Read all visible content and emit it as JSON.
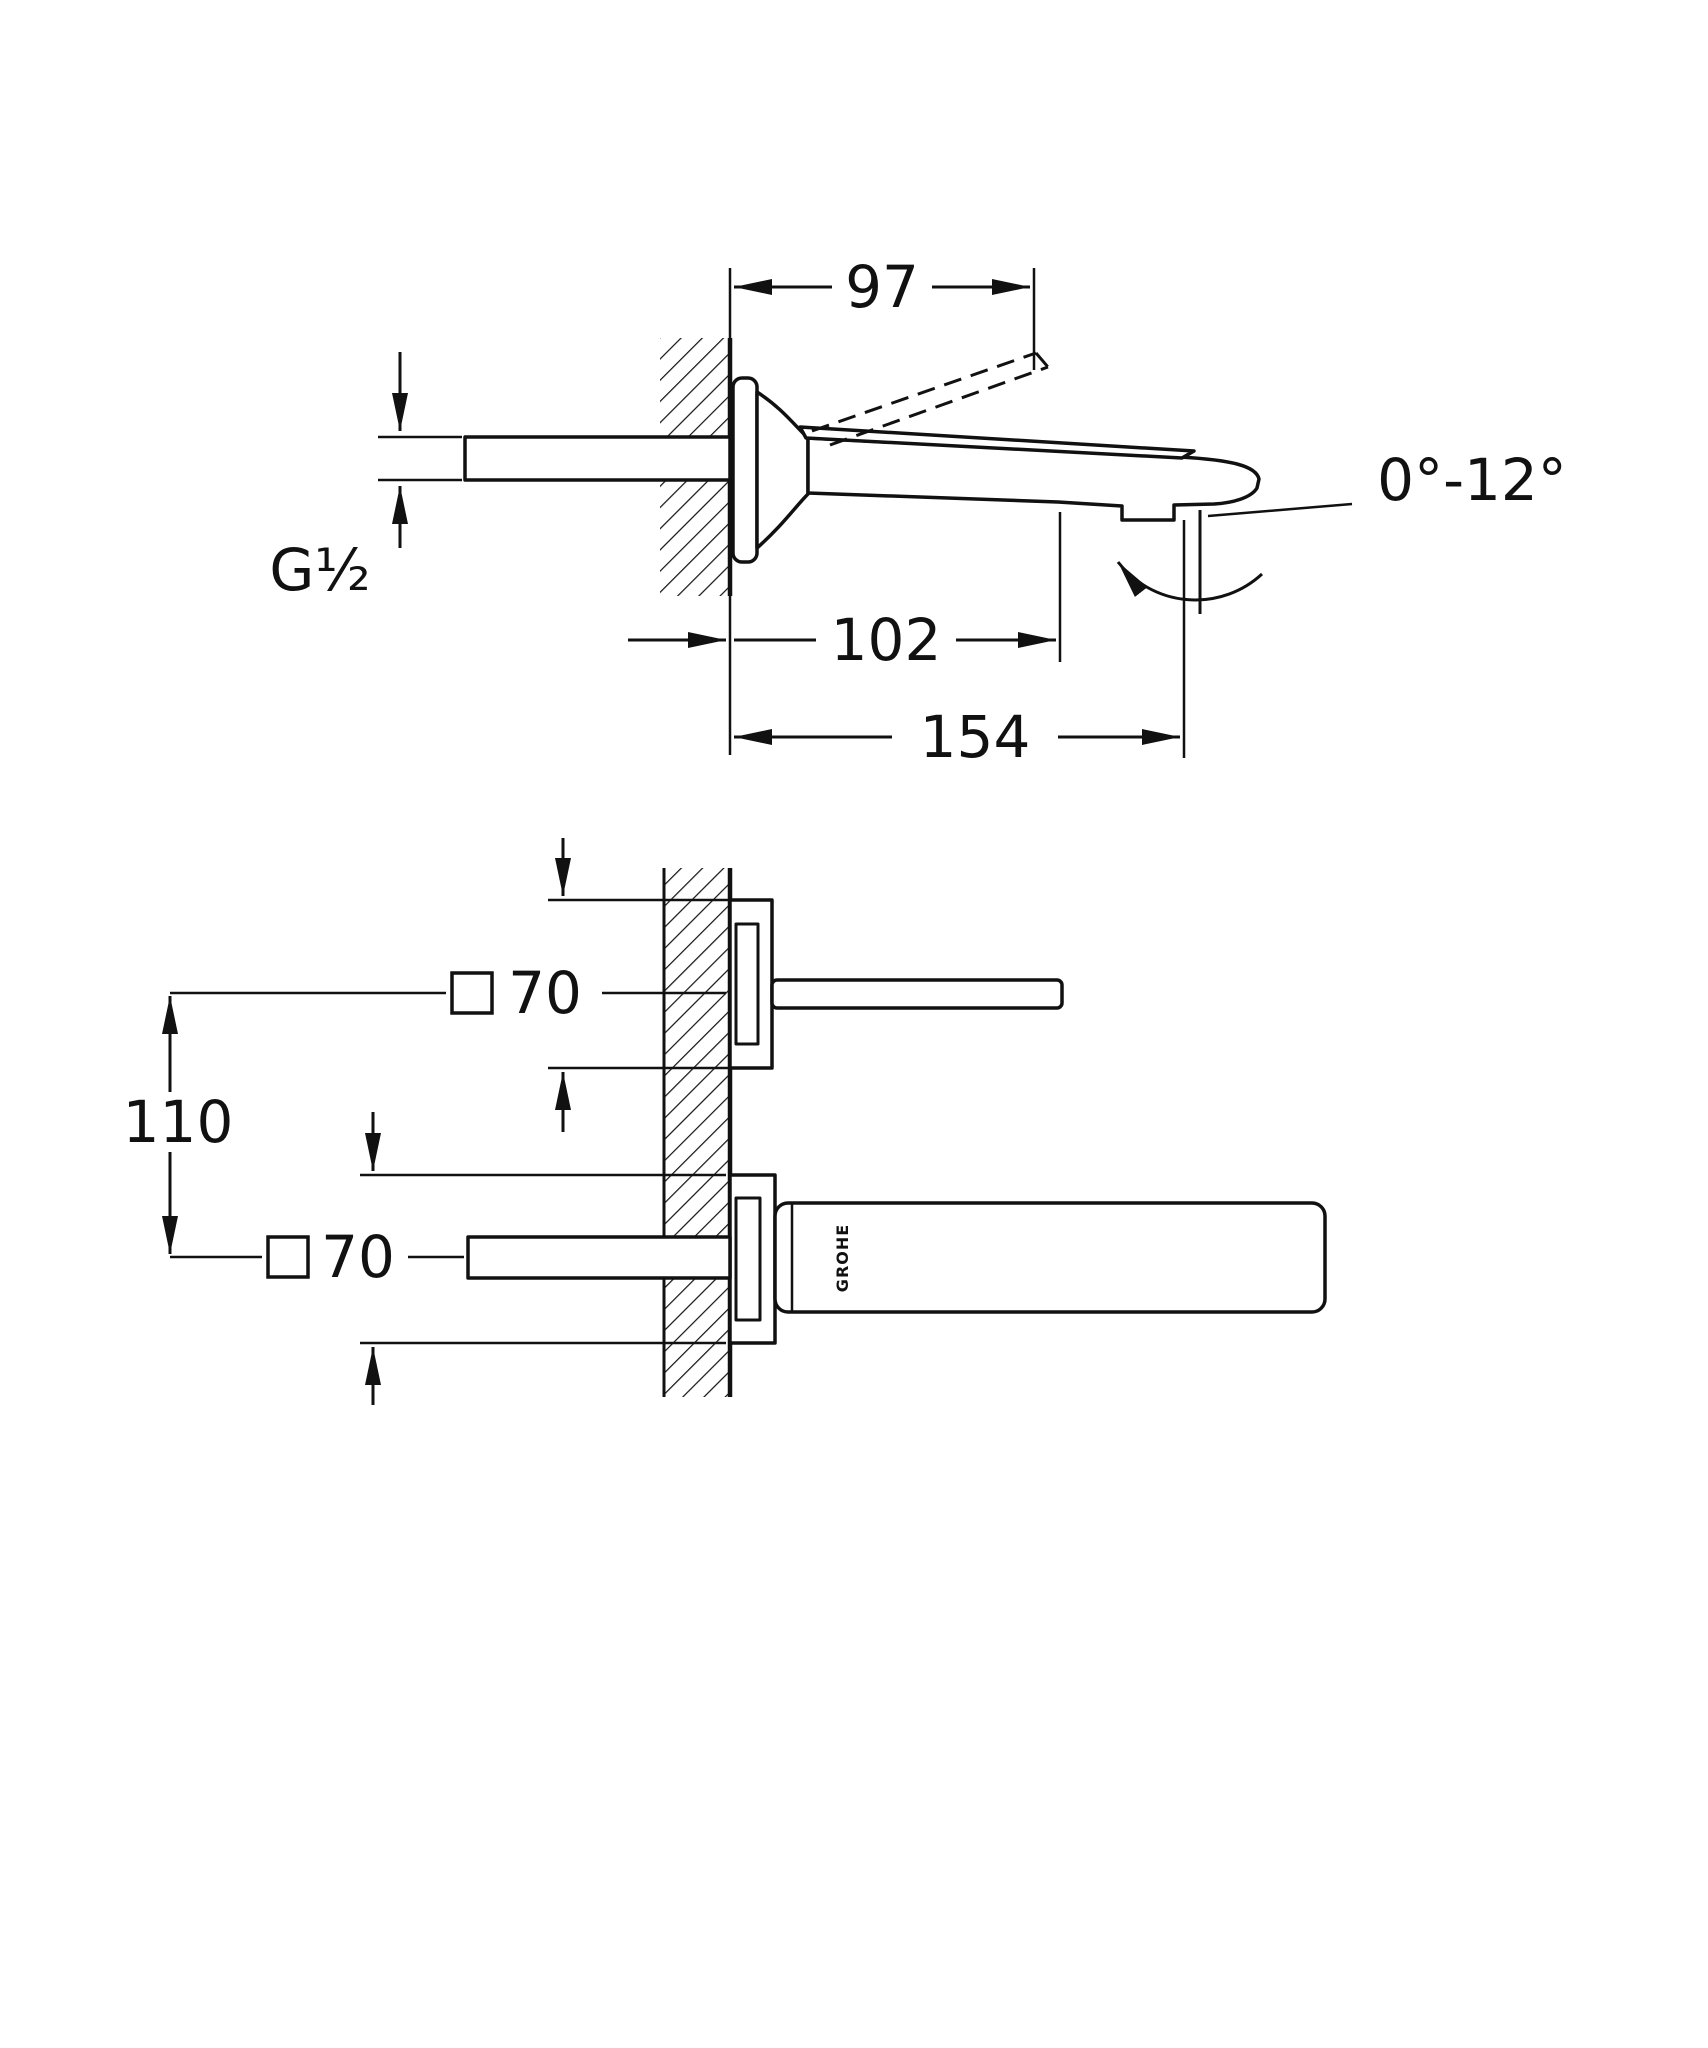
{
  "side_view": {
    "dim_lever_projection": "97",
    "angle_range": "0°-12°",
    "thread_size": "G¹⁄₂",
    "dim_reach_aerator": "102",
    "dim_reach_total": "154"
  },
  "plan_view": {
    "dim_handle_plate": "70",
    "dim_center_distance": "110",
    "dim_spout_plate": "70",
    "brand": "GROHE"
  }
}
